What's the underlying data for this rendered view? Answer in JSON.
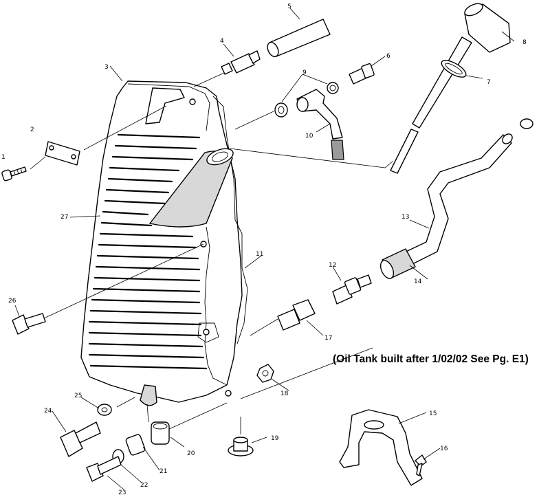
{
  "note": "(Oil Tank built after 1/02/02 See Pg. E1)",
  "callouts": [
    {
      "id": "c1",
      "label": "1"
    },
    {
      "id": "c2",
      "label": "2"
    },
    {
      "id": "c3",
      "label": "3"
    },
    {
      "id": "c4",
      "label": "4"
    },
    {
      "id": "c5",
      "label": "5"
    },
    {
      "id": "c6",
      "label": "6"
    },
    {
      "id": "c7",
      "label": "7"
    },
    {
      "id": "c8",
      "label": "8"
    },
    {
      "id": "c9",
      "label": "9"
    },
    {
      "id": "c10",
      "label": "10"
    },
    {
      "id": "c11",
      "label": "11"
    },
    {
      "id": "c12",
      "label": "12"
    },
    {
      "id": "c13",
      "label": "13"
    },
    {
      "id": "c14",
      "label": "14"
    },
    {
      "id": "c15",
      "label": "15"
    },
    {
      "id": "c16",
      "label": "16"
    },
    {
      "id": "c17",
      "label": "17"
    },
    {
      "id": "c18",
      "label": "18"
    },
    {
      "id": "c19",
      "label": "19"
    },
    {
      "id": "c20",
      "label": "20"
    },
    {
      "id": "c21",
      "label": "21"
    },
    {
      "id": "c22",
      "label": "22"
    },
    {
      "id": "c23",
      "label": "23"
    },
    {
      "id": "c24",
      "label": "24"
    },
    {
      "id": "c25",
      "label": "25"
    },
    {
      "id": "c26",
      "label": "26"
    },
    {
      "id": "c27",
      "label": "27"
    }
  ]
}
